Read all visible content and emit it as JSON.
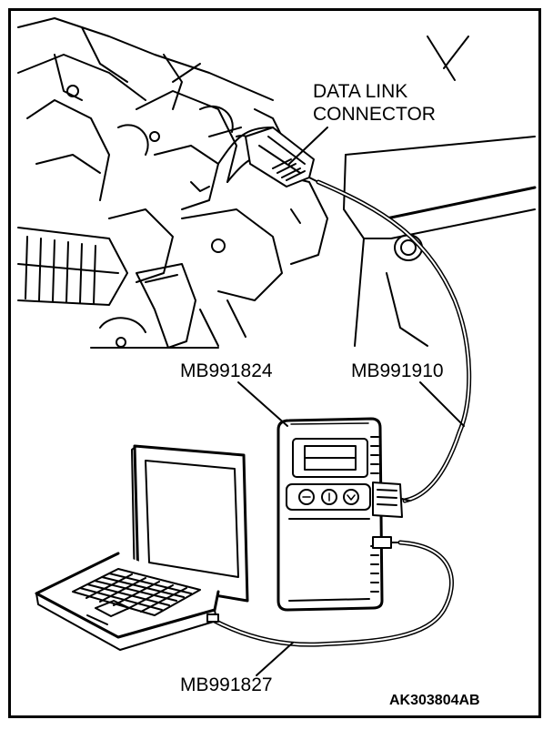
{
  "labels": {
    "data_link_connector_line1": "DATA LINK",
    "data_link_connector_line2": "CONNECTOR",
    "scan_tool": "MB991824",
    "cable_to_connector": "MB991910",
    "usb_cable": "MB991827",
    "figure_code": "AK303804AB"
  },
  "colors": {
    "ink": "#000000",
    "paper": "#ffffff",
    "tone": "#d9d9d9"
  }
}
